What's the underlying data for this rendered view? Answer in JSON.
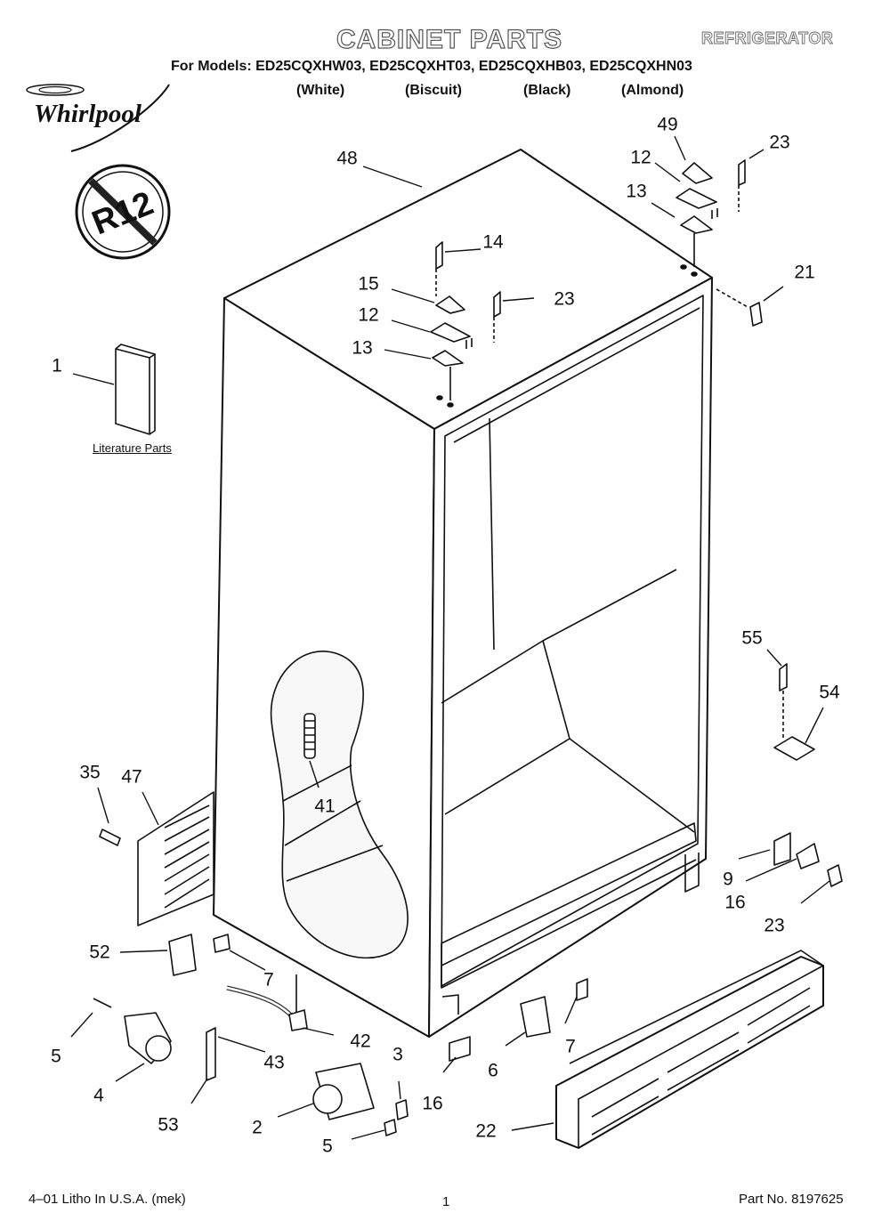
{
  "header": {
    "title": "CABINET PARTS",
    "category": "REFRIGERATOR",
    "models_line": "For Models: ED25CQXHW03, ED25CQXHT03, ED25CQXHB03, ED25CQXHN03",
    "colors": [
      "(White)",
      "(Biscuit)",
      "(Black)",
      "(Almond)"
    ]
  },
  "logo": {
    "brand": "Whirlpool",
    "badge": "R12"
  },
  "literature_label": "Literature Parts",
  "callouts": {
    "c1": "1",
    "c48": "48",
    "c49": "49",
    "c23a": "23",
    "c12a": "12",
    "c13a": "13",
    "c14": "14",
    "c15": "15",
    "c23b": "23",
    "c12b": "12",
    "c13b": "13",
    "c21": "21",
    "c55": "55",
    "c54": "54",
    "c41": "41",
    "c35": "35",
    "c47": "47",
    "c9": "9",
    "c16a": "16",
    "c23c": "23",
    "c52": "52",
    "c7a": "7",
    "c5a": "5",
    "c42": "42",
    "c43": "43",
    "c4": "4",
    "c53": "53",
    "c3": "3",
    "c6": "6",
    "c7b": "7",
    "c16b": "16",
    "c2": "2",
    "c5b": "5",
    "c22": "22"
  },
  "footer": {
    "litho": "4–01 Litho In U.S.A. (mek)",
    "page": "1",
    "part_no": "Part No. 8197625"
  }
}
